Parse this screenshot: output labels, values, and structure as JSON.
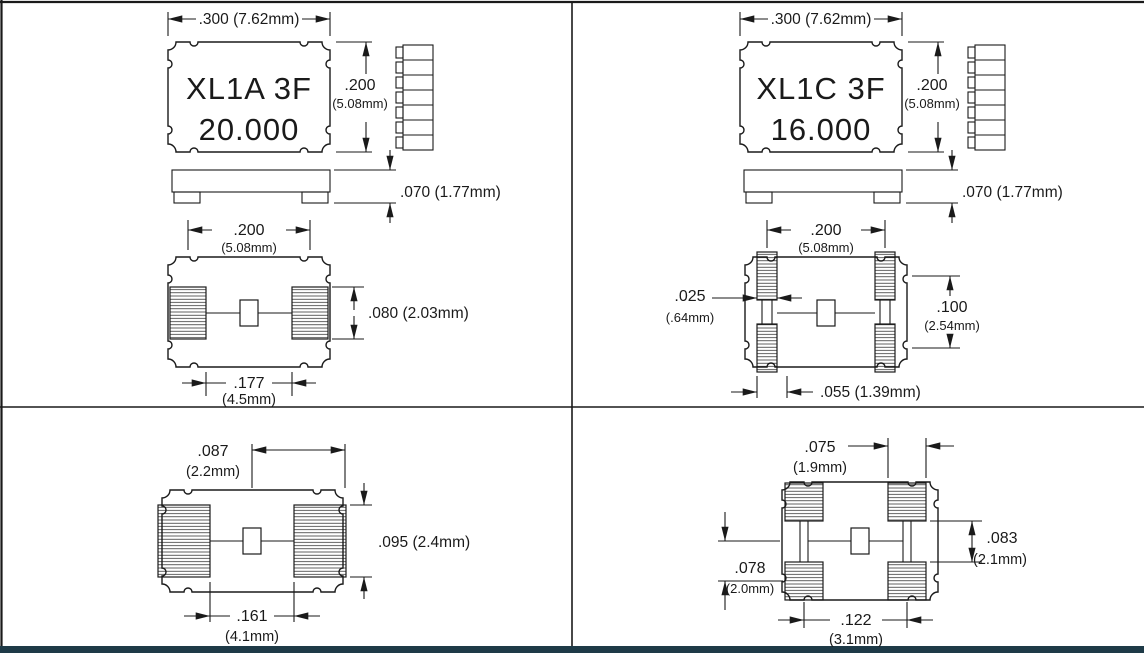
{
  "colors": {
    "line": "#1a1a1a",
    "bottom_bar": "#1e3a47"
  },
  "panels": {
    "top_left": {
      "part": {
        "line1": "XL1A 3F",
        "line2": "20.000"
      },
      "dims": {
        "body_width": ".300 (7.62mm)",
        "body_height_in": ".200",
        "body_height_mm": "(5.08mm)",
        "thickness": ".070 (1.77mm)",
        "pad_pitch_in": ".200",
        "pad_pitch_mm": "(5.08mm)",
        "pad_height": ".080 (2.03mm)",
        "pad_span_in": ".177",
        "pad_span_mm": "(4.5mm)"
      }
    },
    "top_right": {
      "part": {
        "line1": "XL1C 3F",
        "line2": "16.000"
      },
      "dims": {
        "body_width": ".300 (7.62mm)",
        "body_height_in": ".200",
        "body_height_mm": "(5.08mm)",
        "thickness": ".070 (1.77mm)",
        "pad_pitch_in": ".200",
        "pad_pitch_mm": "(5.08mm)",
        "pad_width_in": ".025",
        "pad_width_mm": "(.64mm)",
        "pad_row_pitch_in": ".100",
        "pad_row_pitch_mm": "(2.54mm)",
        "pad_offset": ".055 (1.39mm)"
      }
    },
    "bottom_left": {
      "dims": {
        "gap_in": ".087",
        "gap_mm": "(2.2mm)",
        "pad_height": ".095 (2.4mm)",
        "span_in": ".161",
        "span_mm": "(4.1mm)"
      }
    },
    "bottom_right": {
      "dims": {
        "pad_width_in": ".075",
        "pad_width_mm": "(1.9mm)",
        "row_gap_in": ".083",
        "row_gap_mm": "(2.1mm)",
        "col_gap_in": ".078",
        "col_gap_mm": "(2.0mm)",
        "span_in": ".122",
        "span_mm": "(3.1mm)"
      }
    }
  }
}
